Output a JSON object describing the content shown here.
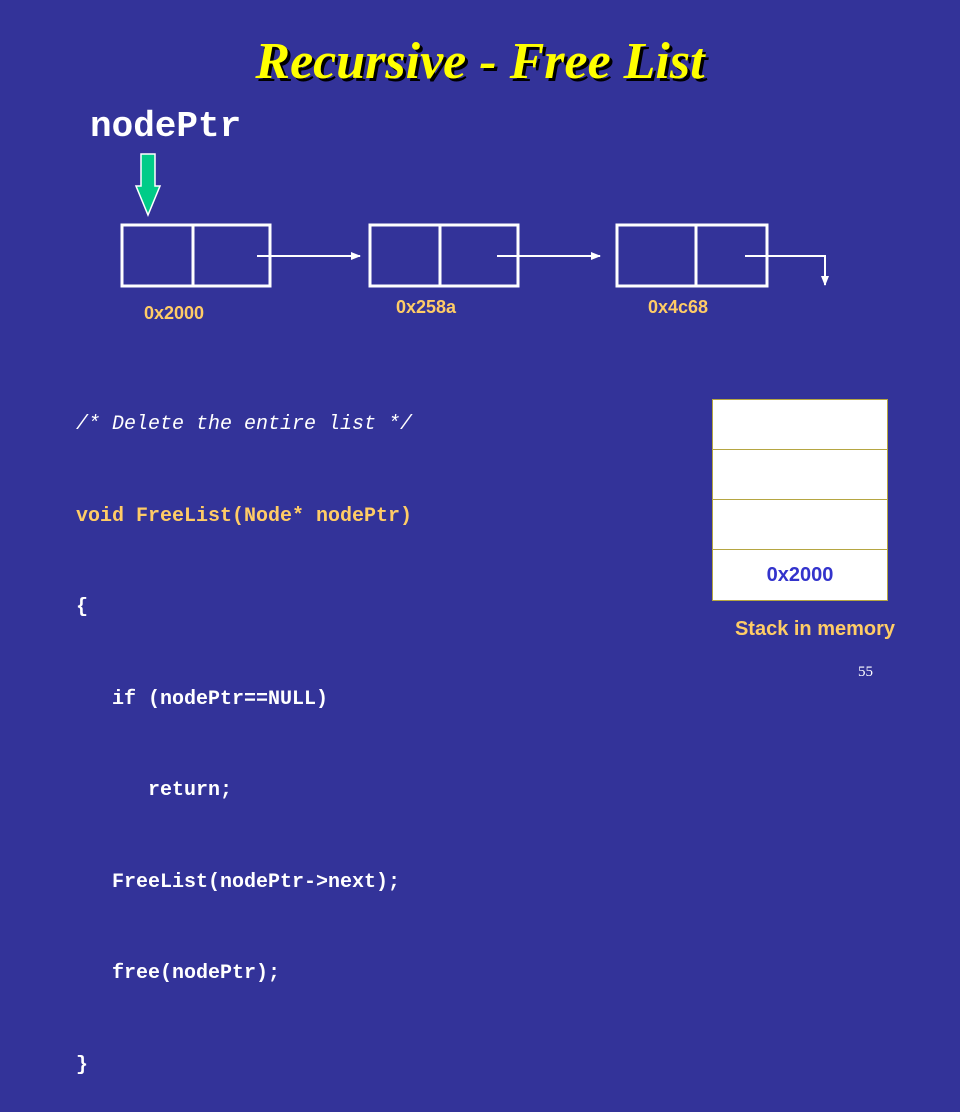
{
  "slide": {
    "title": "Recursive - Free List",
    "pointer_label": "nodePtr",
    "page_number": "55"
  },
  "colors": {
    "background": "#333399",
    "title": "#ffff00",
    "address": "#ffcc66",
    "pointer_arrow": "#00cc88",
    "stack_text": "#3333cc"
  },
  "list": {
    "nodes": [
      {
        "address": "0x2000"
      },
      {
        "address": "0x258a"
      },
      {
        "address": "0x4c68"
      }
    ]
  },
  "code": {
    "lines": [
      "/* Delete the entire list */",
      "void FreeList(Node* nodePtr)",
      "{",
      "   if (nodePtr==NULL)",
      "      return;",
      "   FreeList(nodePtr->next);",
      "   free(nodePtr);",
      "}"
    ]
  },
  "stack": {
    "cells": [
      "",
      "",
      "",
      "0x2000"
    ],
    "label": "Stack in memory"
  }
}
